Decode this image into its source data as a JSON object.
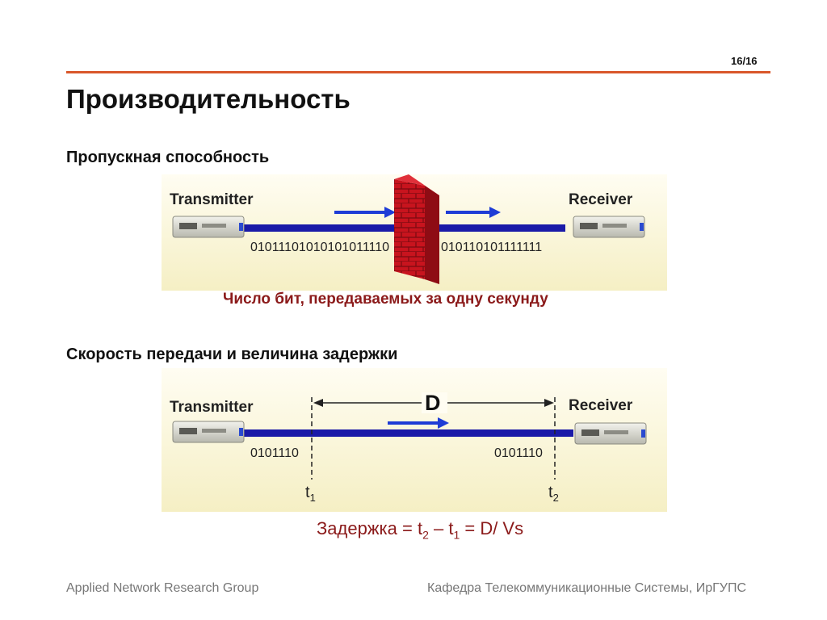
{
  "page_number": "16/16",
  "title": "Производительность",
  "section1": {
    "heading": "Пропускная способность",
    "diagram": {
      "transmitter_label": "Transmitter",
      "receiver_label": "Receiver",
      "bits_left": "01011101010101011110",
      "bits_right": "010110101111111"
    },
    "caption": "Число бит, передаваемых за одну секунду"
  },
  "section2": {
    "heading": "Скорость передачи и величина задержки",
    "diagram": {
      "transmitter_label": "Transmitter",
      "receiver_label": "Receiver",
      "bits_left": "0101110",
      "bits_right": "0101110",
      "distance_label": "D",
      "t1_base": "t",
      "t1_sub": "1",
      "t2_base": "t",
      "t2_sub": "2"
    },
    "formula": {
      "prefix": "Задержка = t",
      "sub_a": "2",
      "mid": " – t",
      "sub_b": "1",
      "suffix": " = D/ Vs"
    }
  },
  "footer": {
    "left": "Applied Network Research Group",
    "right": "Кафедра Телекоммуникационные Системы, ИрГУПС"
  },
  "colors": {
    "accent_line": "#d9572a",
    "caption": "#8b1a1a",
    "link": "#1a1aa8",
    "wall": "#c8141e"
  }
}
